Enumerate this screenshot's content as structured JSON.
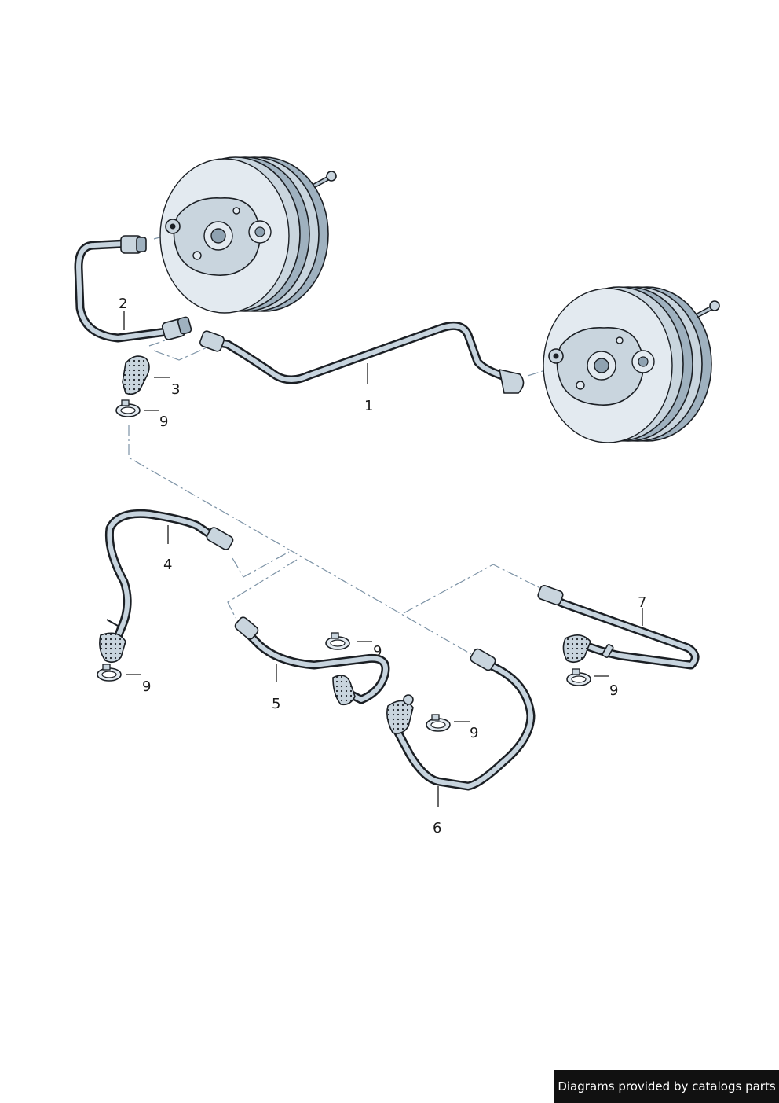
{
  "diagram": {
    "callouts": {
      "c1": "1",
      "c2": "2",
      "c3": "3",
      "c4": "4",
      "c5": "5",
      "c6": "6",
      "c7": "7",
      "c9": "9"
    },
    "colors": {
      "part_fill": "#c9d5de",
      "outline": "#1b1f24",
      "dash_line": "#7d93a6"
    }
  },
  "footer": {
    "text": "Diagrams provided by catalogs parts"
  }
}
